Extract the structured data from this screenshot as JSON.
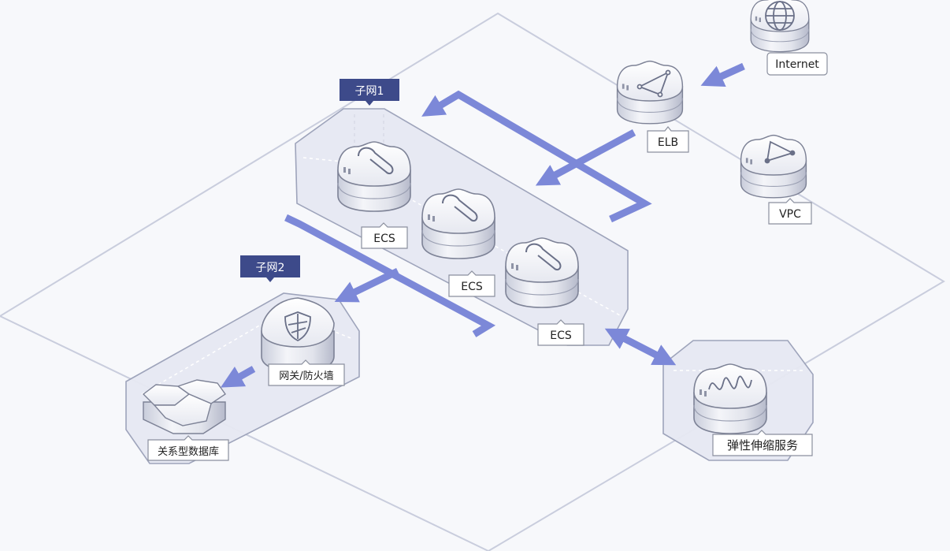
{
  "subnets": {
    "subnet1": {
      "label": "子网1"
    },
    "subnet2": {
      "label": "子网2"
    }
  },
  "nodes": {
    "internet": {
      "label": "Internet",
      "icon": "globe-icon"
    },
    "elb": {
      "label": "ELB",
      "icon": "load-balancer-icon"
    },
    "vpc": {
      "label": "VPC",
      "icon": "vpc-icon"
    },
    "ecs1": {
      "label": "ECS",
      "icon": "paperclip-icon"
    },
    "ecs2": {
      "label": "ECS",
      "icon": "paperclip-icon"
    },
    "ecs3": {
      "label": "ECS",
      "icon": "paperclip-icon"
    },
    "firewall": {
      "label": "网关/防火墙",
      "icon": "shield-icon"
    },
    "database": {
      "label": "关系型数据库",
      "icon": "database-icon"
    },
    "autoscaling": {
      "label": "弹性伸缩服务",
      "icon": "wave-icon"
    }
  },
  "colors": {
    "background": "#f7f8fb",
    "arrow": "#7c88d8",
    "subnet_tag": "#3d4a8a",
    "outline": "#b9bed3",
    "label_border": "#8a8f9e"
  }
}
